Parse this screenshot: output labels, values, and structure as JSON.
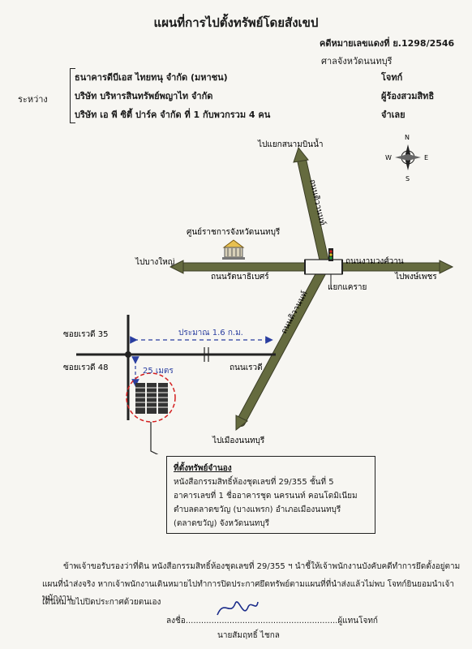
{
  "header": {
    "title": "แผนที่การไปตั้งทรัพย์โดยสังเขป",
    "case_no": "คดีหมายเลขแดงที่ ย.1298/2546",
    "court": "ศาลจังหวัดนนทบุรี",
    "between": "ระหว่าง"
  },
  "parties": [
    {
      "name": "ธนาคารดีบีเอส ไทยทนุ จำกัด (มหาชน)",
      "role": "โจทก์"
    },
    {
      "name": "บริษัท บริหารสินทรัพย์พญาไท จำกัด",
      "role": "ผู้ร้องสวมสิทธิ"
    },
    {
      "name": "บริษัท เอ พี ซิตี้ ปาร์ค จำกัด  ที่ 1 กับพวกรวม 4 คน",
      "role": "จำเลย"
    }
  ],
  "compass": {
    "n": "N",
    "s": "S",
    "e": "E",
    "w": "W"
  },
  "map": {
    "to_airport": "ไปแยกสนามบินน้ำ",
    "road_tiwanon_upper": "ถนนติวานนท์",
    "road_tiwanon_lower": "ถนนติวานนท์",
    "government_center": "ศูนย์ราชการจังหวัดนนทบุรี",
    "to_bang_yai": "ไปบางใหญ่",
    "road_rattanathibet": "ถนนรัตนาธิเบศร์",
    "road_ngamwongwan": "ถนนงามวงศ์วาน",
    "to_phong_phet": "ไปพงษ์เพชร",
    "khae_rai_junction": "แยกแคราย",
    "soi_35": "ซอยเรวดี 35",
    "soi_48": "ซอยเรวดี 48",
    "distance": "ประมาณ 1.6 ก.ม.",
    "meters": "25 เมตร",
    "road_rewadee": "ถนนเรวดี",
    "to_nonthaburi": "ไปเมืองนนทบุรี"
  },
  "property": {
    "heading": "ที่ตั้งทรัพย์จำนอง",
    "line1": "หนังสือกรรมสิทธิ์ห้องชุดเลขที่    29/355      ชั้นที่  5",
    "line2": "อาคารเลขที่ 1  ชื่ออาคารชุด นครนนท์ คอนโดมิเนียม",
    "line3": "ตำบลตลาดขวัญ (บางแพรก)        อำเภอเมืองนนทบุรี",
    "line4": "(ตลาดขวัญ)        จังหวัดนนทบุรี"
  },
  "footer": {
    "line1": "ข้าพเจ้าขอรับรองว่าที่ดิน    หนังสือกรรมสิทธิ์ห้องชุดเลขที่  29/355 ฯ   นำชี้ให้เจ้าพนักงานบังคับคดีทำการยึดตั้งอยู่ตาม",
    "line2": "แผนที่นำส่งจริง  หากเจ้าพนักงานเดินหมายไปทำการปิดประกาศยึดทรัพย์ตามแผนที่ที่นำส่งแล้วไม่พบ  โจทก์ยินยอมนำเจ้าพนักงาน",
    "line3": "เดินหมายไปปิดประกาศด้วยตนเอง",
    "sign_prefix": "ลงชื่อ",
    "sign_dots": "...........................................................",
    "sign_suffix": "ผู้แทนโจทก์",
    "signer": "นายสัมฤทธิ์  ไชกล"
  },
  "colors": {
    "road": "#656b3f",
    "road_outline": "#3b3d26",
    "dashed": "#2a3ea0",
    "circle": "#d42020"
  }
}
